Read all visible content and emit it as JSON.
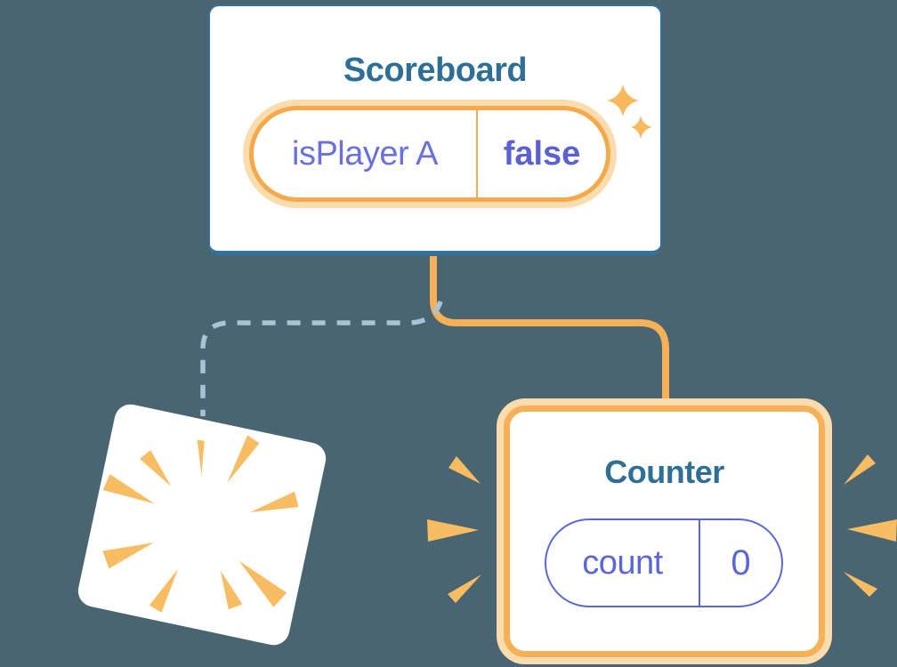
{
  "diagram": {
    "background_color": "#4a6572",
    "scoreboard": {
      "title": "Scoreboard",
      "state": {
        "name": "isPlayer A",
        "value": "false"
      }
    },
    "counter": {
      "title": "Counter",
      "state": {
        "name": "count",
        "value": "0"
      }
    },
    "icons": {
      "sparkles": "sparkles-icon",
      "burst": "burst-icon",
      "emphasis_left": "emphasis-rays-left-icon",
      "emphasis_right": "emphasis-rays-right-icon"
    },
    "colors": {
      "background": "#4a6572",
      "card_border_blue": "#35719e",
      "title_teal": "#2e6f96",
      "orange": "#f6b158",
      "orange_light": "#fbdcae",
      "state_purple": "#6a71de",
      "state_purple_bold": "#5a62d2",
      "counter_pill_purple": "#5b67d9",
      "dashed_line_blue": "#a6c3d8"
    }
  }
}
